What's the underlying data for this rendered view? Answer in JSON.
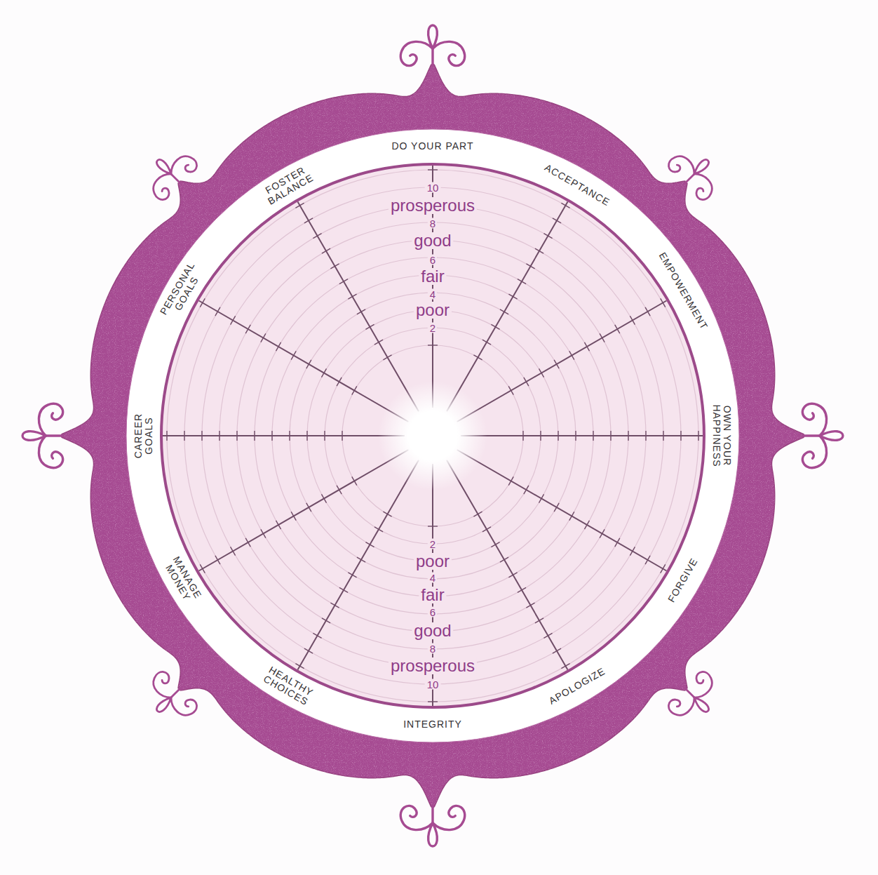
{
  "diagram": {
    "labels": [
      "DO YOUR PART",
      "ACCEPTANCE",
      "EMPOWERMENT",
      "OWN YOUR HAPPINESS",
      "FORGIVE",
      "APOLOGIZE",
      "INTEGRITY",
      "HEALTHY CHOICES",
      "MANAGE MONEY",
      "CAREER GOALS",
      "PERSONAL GOALS",
      "FOSTER BALANCE",
      "10",
      "prosperous",
      "8",
      "good",
      "6",
      "fair",
      "4",
      "poor",
      "2",
      "2",
      "poor",
      "4",
      "fair",
      "6",
      "good",
      "8",
      "prosperous",
      "10"
    ]
  }
}
